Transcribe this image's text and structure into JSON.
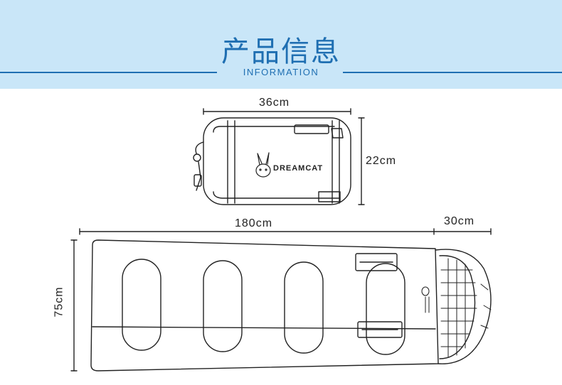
{
  "header": {
    "title": "产品信息",
    "subtitle": "INFORMATION"
  },
  "dimensions": {
    "bag_width": "36cm",
    "bag_height": "22cm",
    "bag_length": "180cm",
    "hood_length": "30cm",
    "bag_body_width": "75cm"
  },
  "brand": {
    "logo_text": "DREAMCAT"
  },
  "colors": {
    "banner_bg": "#c9e6f8",
    "accent": "#1f6fb2",
    "line": "#222222"
  }
}
